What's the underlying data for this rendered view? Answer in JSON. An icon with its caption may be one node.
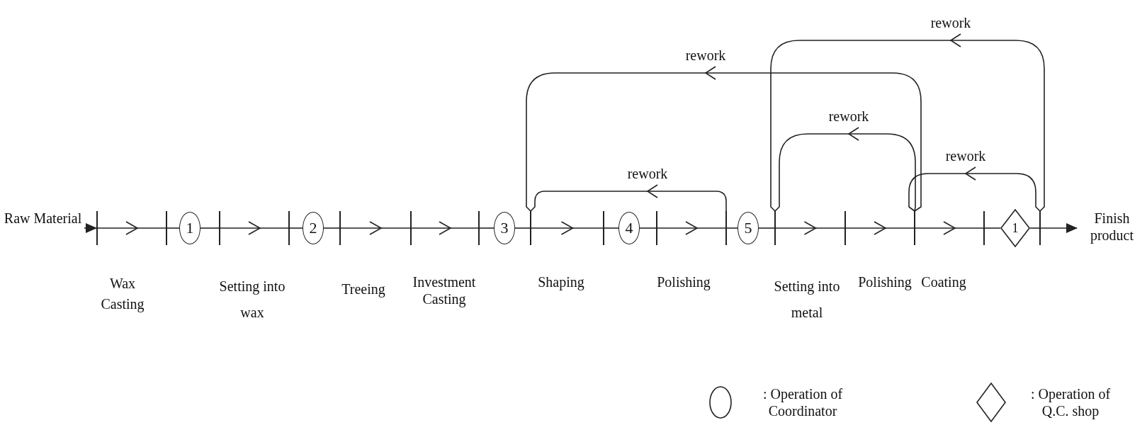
{
  "diagram": {
    "nodes": [
      {
        "text": [
          "Raw Material"
        ]
      },
      {
        "text": [],
        "shape": "bar"
      },
      {
        "text": [],
        "shape": "bar"
      },
      {
        "text": [
          "1"
        ]
      },
      {
        "text": [],
        "shape": "bar"
      },
      {
        "text": [],
        "shape": "bar"
      },
      {
        "text": [
          "2"
        ]
      },
      {
        "text": [],
        "shape": "bar"
      },
      {
        "text": [],
        "shape": "bar"
      },
      {
        "text": [],
        "shape": "bar"
      },
      {
        "text": [
          "3"
        ]
      },
      {
        "text": [],
        "shape": "bar"
      },
      {
        "text": [],
        "shape": "bar"
      },
      {
        "text": [
          "4"
        ]
      },
      {
        "text": [],
        "shape": "bar"
      },
      {
        "text": [],
        "shape": "bar"
      },
      {
        "text": [
          "5"
        ]
      },
      {
        "text": [],
        "shape": "bar"
      },
      {
        "text": [],
        "shape": "bar"
      },
      {
        "text": [],
        "shape": "bar"
      },
      {
        "text": [],
        "shape": "bar"
      },
      {
        "text": [
          "1"
        ]
      },
      {
        "text": [],
        "shape": "bar"
      },
      {
        "text": [
          "Finish product"
        ]
      }
    ],
    "edges": [
      {
        "from": 0,
        "to": 1,
        "arrow": "to"
      },
      {
        "from": 1,
        "to": 2,
        "arrow": "to"
      },
      {
        "from": 2,
        "to": 3,
        "arrow": "none"
      },
      {
        "from": 3,
        "to": 4,
        "arrow": "none"
      },
      {
        "from": 4,
        "to": 5,
        "arrow": "to"
      },
      {
        "from": 5,
        "to": 6,
        "arrow": "none"
      },
      {
        "from": 6,
        "to": 7,
        "arrow": "none"
      },
      {
        "from": 7,
        "to": 8,
        "arrow": "to"
      },
      {
        "from": 8,
        "to": 9,
        "arrow": "to"
      },
      {
        "from": 9,
        "to": 10,
        "arrow": "none"
      },
      {
        "from": 10,
        "to": 11,
        "arrow": "none"
      },
      {
        "from": 11,
        "to": 12,
        "arrow": "to"
      },
      {
        "from": 12,
        "to": 13,
        "arrow": "none"
      },
      {
        "from": 13,
        "to": 14,
        "arrow": "none"
      },
      {
        "from": 14,
        "to": 15,
        "arrow": "to"
      },
      {
        "from": 15,
        "to": 16,
        "arrow": "none"
      },
      {
        "from": 16,
        "to": 17,
        "arrow": "none"
      },
      {
        "from": 17,
        "to": 18,
        "arrow": "to"
      },
      {
        "from": 18,
        "to": 19,
        "arrow": "to"
      },
      {
        "from": 19,
        "to": 20,
        "arrow": "to"
      },
      {
        "from": 20,
        "to": 21,
        "arrow": "none"
      },
      {
        "from": 21,
        "to": 22,
        "arrow": "none"
      },
      {
        "from": 22,
        "to": 23,
        "arrow": "to"
      },
      {
        "from": 15,
        "to": 11,
        "arrow": "to",
        "label": "rework"
      },
      {
        "from": 19,
        "to": 11,
        "arrow": "to",
        "label": "rework"
      },
      {
        "from": 19,
        "to": 17,
        "arrow": "to",
        "label": "rework"
      },
      {
        "from": 22,
        "to": 19,
        "arrow": "to",
        "label": "rework"
      },
      {
        "from": 22,
        "to": 17,
        "arrow": "to",
        "label": "rework"
      }
    ],
    "labels": [
      "Wax Casting",
      "Setting into wax",
      "Treeing",
      "Investment Casting",
      "Shaping",
      "Polishing",
      "Setting into metal",
      "Polishing",
      "Coating"
    ],
    "legend": [
      {
        "text": ": Operation of Coordinator"
      },
      {
        "text": ": Operation of Q.C. shop"
      }
    ]
  }
}
